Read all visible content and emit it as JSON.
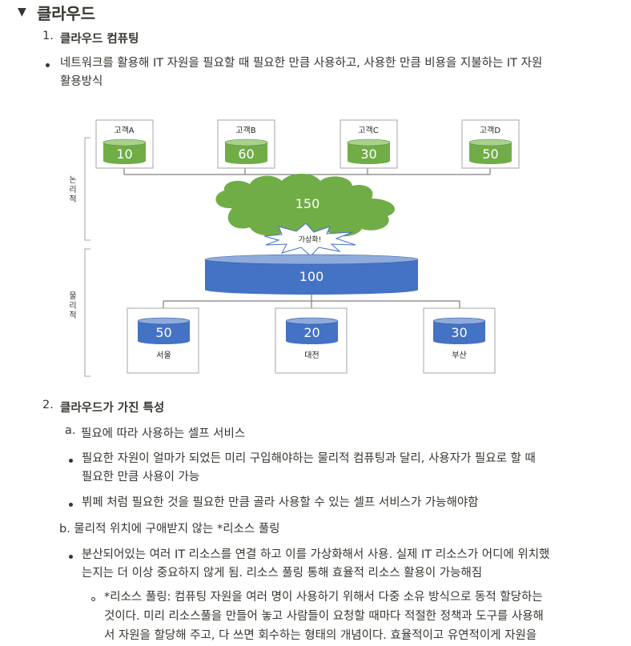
{
  "toggle": {
    "arrow_icon": "triangle-down-icon",
    "title": "클라우드"
  },
  "section1": {
    "number": "1.",
    "title": "클라우드 컴퓨팅",
    "bullet_line1": "네트워크를 활용해 IT 자원을 필요할 때 필요한 만큼 사용하고, 사용한 만큼 비용을 지불하는 IT 자원",
    "bullet_line2": "활용방식"
  },
  "diagram": {
    "customers": [
      {
        "label": "고객A",
        "value": "10"
      },
      {
        "label": "고객B",
        "value": "60"
      },
      {
        "label": "고객C",
        "value": "30"
      },
      {
        "label": "고객D",
        "value": "50"
      }
    ],
    "logical_label": [
      "논",
      "리",
      "적"
    ],
    "physical_label": [
      "물",
      "리",
      "적"
    ],
    "cloud_value": "150",
    "virtualize_label": "가상화!",
    "pool_value": "100",
    "sites": [
      {
        "label": "서울",
        "value": "50"
      },
      {
        "label": "대전",
        "value": "20"
      },
      {
        "label": "부산",
        "value": "30"
      }
    ],
    "colors": {
      "green": "#70ad47",
      "blue": "#4472c4",
      "cloud": "#70ad47",
      "bracket": "#a6a6a6"
    }
  },
  "section2": {
    "number": "2.",
    "title": "클라우드가 가진 특성",
    "a_label": "a.",
    "a_text": "필요에 따라 사용하는 셀프 서비스",
    "a_b1_line1": "필요한 자원이 얼마가 되었든 미리 구입해야하는 물리적 컴퓨팅과 달리, 사용자가 필요로 할 때",
    "a_b1_line2": "필요한 만큼 사용이 가능",
    "a_b2": "뷔페 처럼 필요한 것을 필요한 만큼 골라 사용할 수 있는 셀프 서비스가 가능해야함",
    "b_text": "b. 물리적 위치에 구애받지 않는 *리소스 풀링",
    "b_b1_line1": "분산되어있는 여러 IT 리소스를 연결 하고 이를 가상화해서 사용. 실제 IT 리소스가 어디에 위치했",
    "b_b1_line2": "는지는 더 이상 중요하지 않게 됨. 리소스 풀링 통해 효율적 리소스 활용이 가능해짐",
    "b_sub_line1": "*리소스 풀링: 컴퓨팅 자원을 여러 명이 사용하기 위해서 다중 소유 방식으로 동적 할당하는",
    "b_sub_line2": "것이다. 미리 리소스풀을 만들어 놓고 사람들이 요청할 때마다 적절한 정책과 도구를 사용해",
    "b_sub_line3": "서 자원을 할당해 주고, 다 쓰면 회수하는 형태의 개념이다. 효율적이고 유연적이게 자원을"
  }
}
